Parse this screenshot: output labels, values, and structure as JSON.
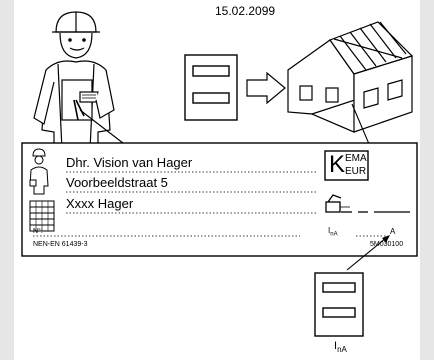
{
  "top": {
    "date": "15.02.2099"
  },
  "label": {
    "owner_name": "Dhr. Vision van Hager",
    "street": "Voorbeeldstraat 5",
    "installer": "Xxxx Hager",
    "number_prefix": "N°:",
    "standard": "NEN-EN 61439-3",
    "kema_left": "K",
    "kema_top": "EMA",
    "kema_bottom": "EUR",
    "rcd_current_symbol": "I",
    "rcd_current_sub": "nA",
    "rcd_unit": "A",
    "reference_code": "5M030100"
  },
  "bottom": {
    "rcd_symbol": "I",
    "rcd_sub": "nA"
  },
  "icons": [
    "worker-icon",
    "house-icon",
    "distribution-board-icon",
    "rcd-switch-icon",
    "meter-cabinet-icon",
    "small-worker-icon",
    "small-board-icon",
    "arrow-icon"
  ]
}
